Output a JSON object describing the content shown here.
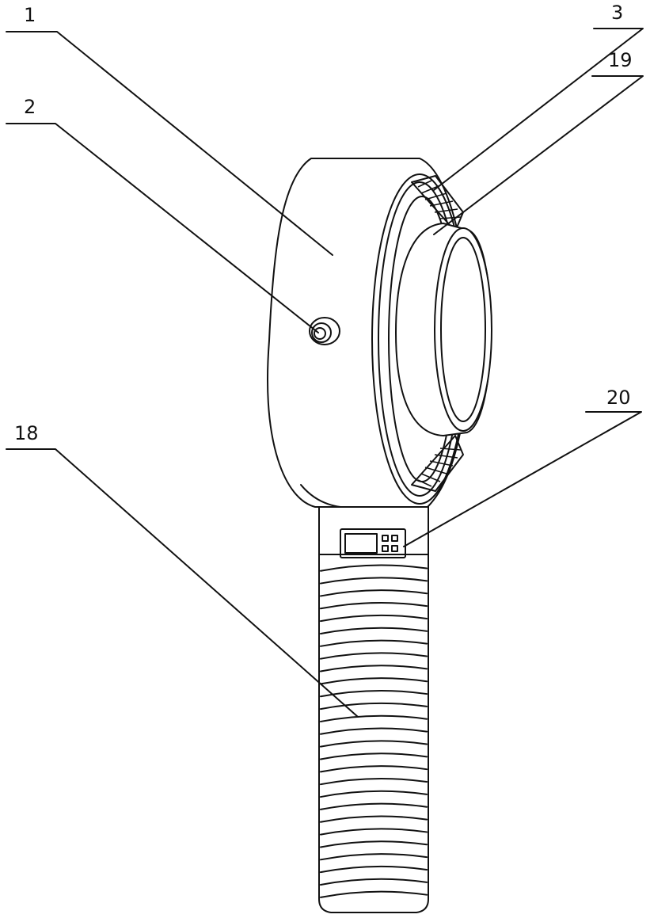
{
  "labels": {
    "part_1": "1",
    "part_2": "2",
    "part_3": "3",
    "part_19": "19",
    "part_20": "20",
    "part_18": "18"
  },
  "colors": {
    "line": "#111111",
    "background": "#ffffff"
  },
  "thread_ridges": 27
}
